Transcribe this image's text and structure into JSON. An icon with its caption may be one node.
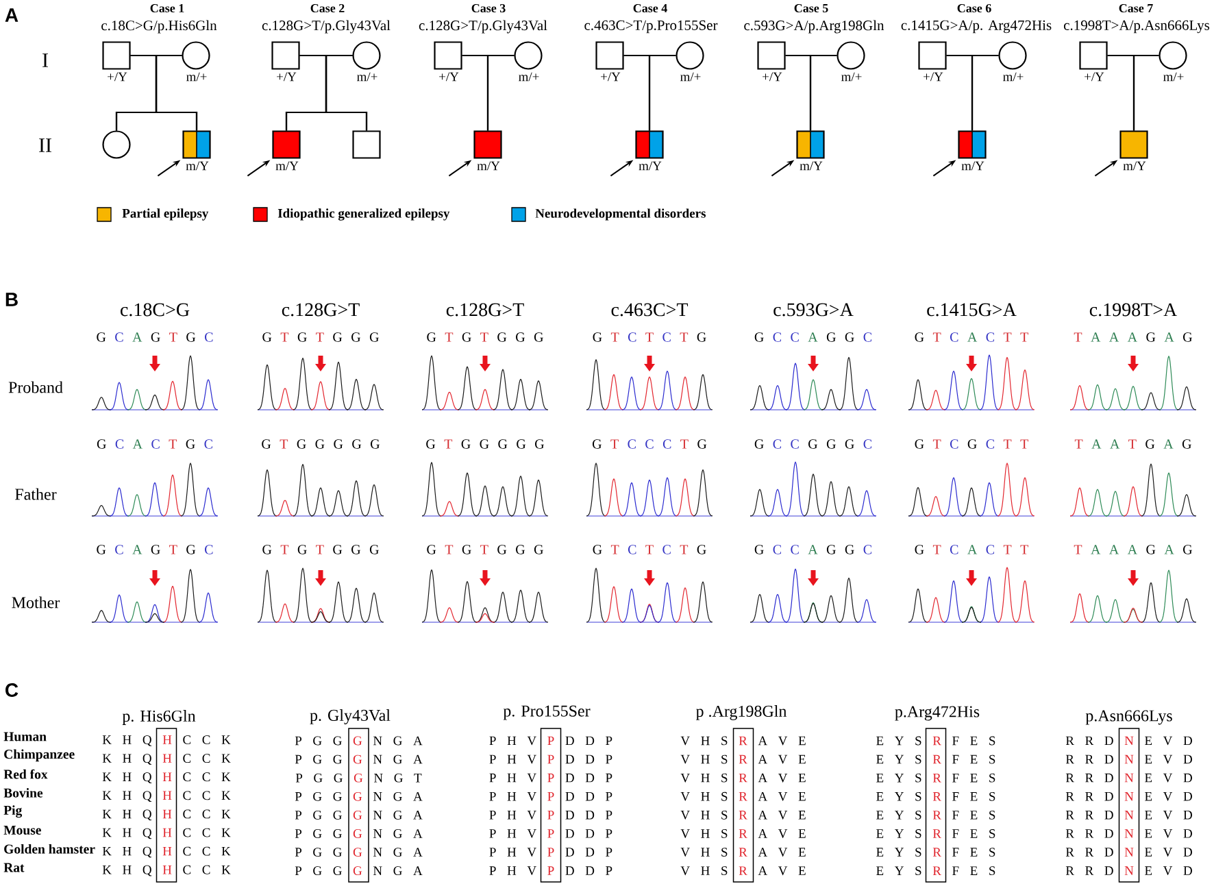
{
  "diagram": {
    "nodes": [
      {
        "text": [],
        "shape": "box",
        "beside": [
          "+/Y"
        ]
      },
      {
        "text": [],
        "shape": "circle",
        "beside": [
          "m/+"
        ]
      },
      {
        "text": [],
        "shape": "box",
        "beside": [
          "+/Y"
        ]
      },
      {
        "text": [],
        "shape": "circle",
        "beside": [
          "m/+"
        ]
      },
      {
        "text": [],
        "shape": "box",
        "beside": [
          "+/Y"
        ]
      },
      {
        "text": [],
        "shape": "circle",
        "beside": [
          "m/+"
        ]
      },
      {
        "text": [],
        "shape": "box",
        "beside": [
          "+/Y"
        ]
      },
      {
        "text": [],
        "shape": "circle",
        "beside": [
          "m/+"
        ]
      },
      {
        "text": [],
        "shape": "box",
        "beside": [
          "+/Y"
        ]
      },
      {
        "text": [],
        "shape": "circle",
        "beside": [
          "m/+"
        ]
      },
      {
        "text": [],
        "shape": "box",
        "beside": [
          "+/Y"
        ]
      },
      {
        "text": [],
        "shape": "circle",
        "beside": [
          "m/+"
        ]
      },
      {
        "text": [],
        "shape": "box",
        "beside": [
          "+/Y"
        ]
      },
      {
        "text": [],
        "shape": "circle",
        "beside": [
          "m/+"
        ]
      },
      {
        "text": [],
        "shape": "circle"
      },
      {
        "text": [],
        "shape": "box",
        "beside": [
          "m/Y"
        ]
      },
      {
        "text": [],
        "shape": "box",
        "beside": [
          "m/Y"
        ]
      },
      {
        "text": [],
        "shape": "box"
      },
      {
        "text": [],
        "shape": "box",
        "beside": [
          "m/Y"
        ]
      },
      {
        "text": [],
        "shape": "box",
        "beside": [
          "m/Y"
        ]
      },
      {
        "text": [],
        "shape": "box",
        "beside": [
          "m/Y"
        ]
      },
      {
        "text": [],
        "shape": "box",
        "beside": [
          "m/Y"
        ]
      },
      {
        "text": [],
        "shape": "box",
        "beside": [
          "m/Y"
        ]
      }
    ],
    "edges": [
      {
        "from": 0,
        "to": 1,
        "arrow": "none"
      },
      {
        "from": 2,
        "to": 3,
        "arrow": "none"
      },
      {
        "from": 4,
        "to": 5,
        "arrow": "none"
      },
      {
        "from": 6,
        "to": 7,
        "arrow": "none"
      },
      {
        "from": 8,
        "to": 9,
        "arrow": "none"
      },
      {
        "from": 10,
        "to": 11,
        "arrow": "none"
      },
      {
        "from": 12,
        "to": 13,
        "arrow": "none"
      },
      {
        "from": 0,
        "to": 14,
        "arrow": "none"
      },
      {
        "from": 1,
        "to": 14,
        "arrow": "none"
      },
      {
        "from": 0,
        "to": 15,
        "arrow": "none"
      },
      {
        "from": 1,
        "to": 15,
        "arrow": "none"
      },
      {
        "from": 2,
        "to": 16,
        "arrow": "none"
      },
      {
        "from": 3,
        "to": 16,
        "arrow": "none"
      },
      {
        "from": 2,
        "to": 17,
        "arrow": "none"
      },
      {
        "from": 3,
        "to": 17,
        "arrow": "none"
      },
      {
        "from": 4,
        "to": 18,
        "arrow": "none"
      },
      {
        "from": 5,
        "to": 18,
        "arrow": "none"
      },
      {
        "from": 6,
        "to": 19,
        "arrow": "none"
      },
      {
        "from": 7,
        "to": 19,
        "arrow": "none"
      },
      {
        "from": 8,
        "to": 20,
        "arrow": "none"
      },
      {
        "from": 9,
        "to": 20,
        "arrow": "none"
      },
      {
        "from": 10,
        "to": 21,
        "arrow": "none"
      },
      {
        "from": 11,
        "to": 21,
        "arrow": "none"
      },
      {
        "from": 12,
        "to": 22,
        "arrow": "none"
      },
      {
        "from": 13,
        "to": 22,
        "arrow": "none"
      },
      {
        "from": null,
        "to": 15,
        "arrow": "to"
      },
      {
        "from": null,
        "to": 16,
        "arrow": "to"
      },
      {
        "from": null,
        "to": 18,
        "arrow": "to"
      },
      {
        "from": null,
        "to": 19,
        "arrow": "to"
      },
      {
        "from": null,
        "to": 20,
        "arrow": "to"
      },
      {
        "from": null,
        "to": 21,
        "arrow": "to"
      },
      {
        "from": null,
        "to": 22,
        "arrow": "to"
      }
    ],
    "labels": [
      "A",
      "Case 1",
      "Case 2",
      "Case 3",
      "Case 4",
      "Case 5",
      "Case 6",
      "Case 7",
      "c.18C>G/p.His6Gln",
      "c.128G>T/p.Gly43Val",
      "c.128G>T/p.Gly43Val",
      "c.463C>T/p.Pro155Ser",
      "c.593G>A/p.Arg198Gln",
      "c.1415G>A/p. Arg472His",
      "c.1998T>A/p.Asn666Lys",
      "I",
      "II",
      "B",
      "c.18C>G",
      "c.128G>T",
      "c.128G>T",
      "c.463C>T",
      "c.593G>A",
      "c.1415G>A",
      "c.1998T>A",
      "G C A G T G C",
      "G T G T G G G",
      "G T G T G G G",
      "G T C T C T G",
      "G C C A G G C",
      "G T C A C T T",
      "T A A A G A G",
      "Proband",
      "G C A C T G C",
      "G T G G G G G",
      "G T G G G G G",
      "G T C C C T G",
      "G C C G G G C",
      "G T C G C T T",
      "T A A T G A G",
      "Father",
      "G C A G T G C",
      "G T G T G G G",
      "G T G T G G G",
      "G T C T C T G",
      "G C C A G G C",
      "G T C A C T T",
      "T A A A G A G",
      "Mother",
      "C",
      "p. His6Gln",
      "p. Gly43Val",
      "p. Pro155Ser",
      "p .Arg198Gln",
      "p.Arg472His",
      "p.Asn666Lys",
      "Human",
      "K H Q H C C K",
      "P G G G N G A",
      "P H V P D D P",
      "V H S R A V E",
      "E Y S R F E S",
      "R R D N E V D",
      "Chimpanzee",
      "K H Q H C C K",
      "P G G G N G A",
      "P H V P D D P",
      "V H S R A V E",
      "E Y S R F E S",
      "R R D N E V D",
      "Red fox",
      "K H Q H C C K",
      "P G G G N G T",
      "P H V P D D P",
      "V H S R A V E",
      "E Y S R F E S",
      "R R D N E V D",
      "Bovine",
      "K H Q H C C K",
      "P G G G N G A",
      "P H V P D D P",
      "V H S R A V E",
      "E Y S R F E S",
      "R R D N E V D",
      "Pig",
      "K H Q H C C K",
      "P G G G N G A",
      "P H V P D D P",
      "V H S R A V E",
      "E Y S R F E S",
      "R R D N E V D",
      "Mouse",
      "K H Q H C C K",
      "P G G G N G A",
      "P H V P D D P",
      "V H S R A V E",
      "E Y S R F E S",
      "R R D N E V D",
      "Golden hamster",
      "K H Q H C C K",
      "P G G G N G A",
      "P H V P D D P",
      "V H S R A V E",
      "E Y S R F E S",
      "R R D N E V D",
      "Rat",
      "K H Q H C C K",
      "P G G G N G A",
      "P H V P D D P",
      "V H S R A V E",
      "E Y S R F E S",
      "R R D N E V D"
    ],
    "legend": [
      {
        "text": "Partial epilepsy",
        "color": "#f7b500"
      },
      {
        "text": "Idiopathic generalized epilepsy",
        "color": "#ff0000"
      },
      {
        "text": "Neurodevelopmental disorders",
        "color": "#00a2e8"
      }
    ]
  }
}
